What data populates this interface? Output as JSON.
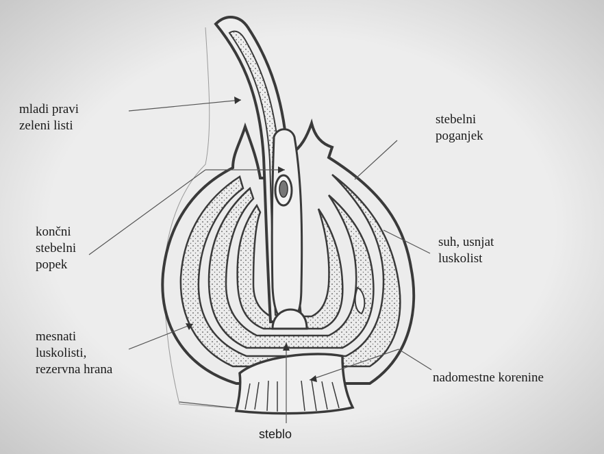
{
  "labels": {
    "young_leaves": [
      "mladi pravi",
      "zeleni listi"
    ],
    "shoot": [
      "stebelni",
      "poganjek"
    ],
    "terminal_bud": [
      "končni",
      "stebelni",
      "popek"
    ],
    "dry_scale": [
      "suh, usnjat",
      "luskolist"
    ],
    "fleshy_scales": [
      "mesnati",
      "luskolisti,",
      "rezervna hrana"
    ],
    "adventitious_roots": [
      "nadomestne korenine"
    ],
    "stem": [
      "steblo"
    ]
  },
  "colors": {
    "paper": "#ececec",
    "ink": "#3a3a3a",
    "dots": "#555555",
    "background": "#d9d9d9"
  }
}
